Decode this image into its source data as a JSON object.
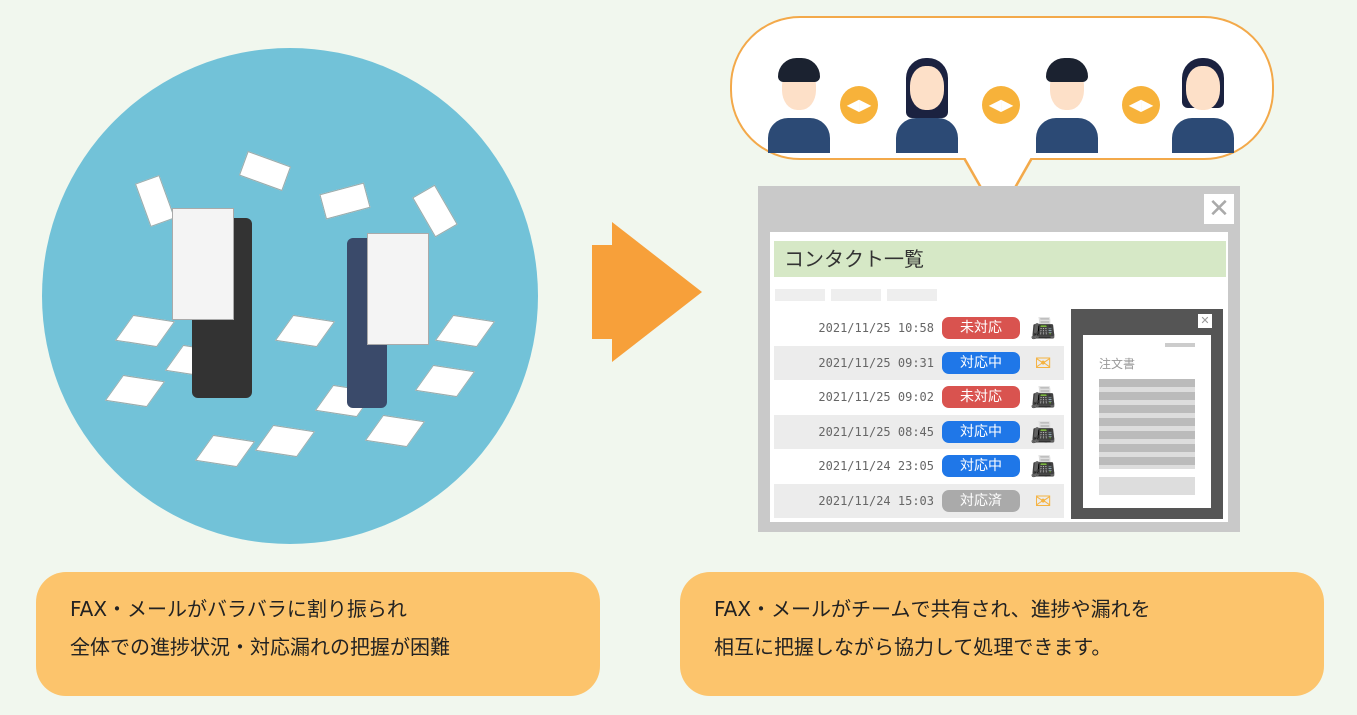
{
  "left": {
    "caption_line1": "FAX・メールがバラバラに割り振られ",
    "caption_line2": "全体での進捗状況・対応漏れの把握が困難"
  },
  "right": {
    "caption_line1": "FAX・メールがチームで共有され、進捗や漏れを",
    "caption_line2": "相互に把握しながら協力して処理できます。"
  },
  "window": {
    "title": "コンタクト一覧",
    "close": "✕",
    "rows": [
      {
        "datetime": "2021/11/25 10:58",
        "status": "未対応",
        "color": "#d9534f",
        "channel": "fax-icon"
      },
      {
        "datetime": "2021/11/25 09:31",
        "status": "対応中",
        "color": "#1f77e8",
        "channel": "mail-icon"
      },
      {
        "datetime": "2021/11/25 09:02",
        "status": "未対応",
        "color": "#d9534f",
        "channel": "fax-icon"
      },
      {
        "datetime": "2021/11/25 08:45",
        "status": "対応中",
        "color": "#1f77e8",
        "channel": "fax-icon"
      },
      {
        "datetime": "2021/11/24 23:05",
        "status": "対応中",
        "color": "#1f77e8",
        "channel": "fax-icon"
      },
      {
        "datetime": "2021/11/24 15:03",
        "status": "対応済",
        "color": "#aaaaaa",
        "channel": "mail-icon"
      }
    ],
    "document": {
      "title": "注文書",
      "close": "✕"
    }
  }
}
